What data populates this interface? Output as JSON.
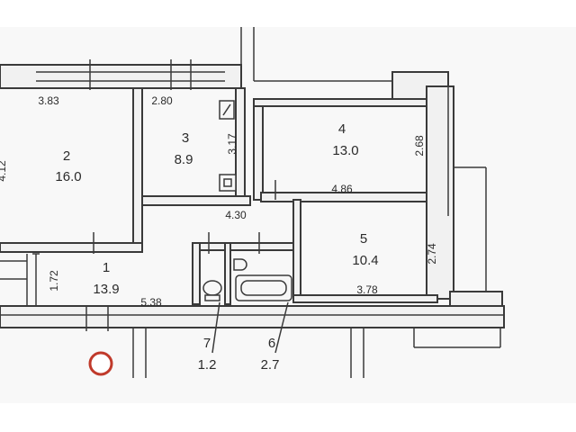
{
  "rooms": [
    {
      "number": "2",
      "area": "16.0"
    },
    {
      "number": "3",
      "area": "8.9"
    },
    {
      "number": "4",
      "area": "13.0"
    },
    {
      "number": "5",
      "area": "10.4"
    },
    {
      "number": "1",
      "area": "13.9"
    },
    {
      "number": "7",
      "area": "1.2"
    },
    {
      "number": "6",
      "area": "2.7"
    }
  ],
  "dimensions": {
    "room2_width": "3.83",
    "room3_width": "2.80",
    "room3_depth": "3.17",
    "room4_depth": "2.68",
    "room4_width": "4.86",
    "hall_width": "4.30",
    "room5_depth": "2.74",
    "room5_width": "3.78",
    "room1_depth": "1.72",
    "room1_width": "5.38",
    "left_cut": "4.12"
  }
}
